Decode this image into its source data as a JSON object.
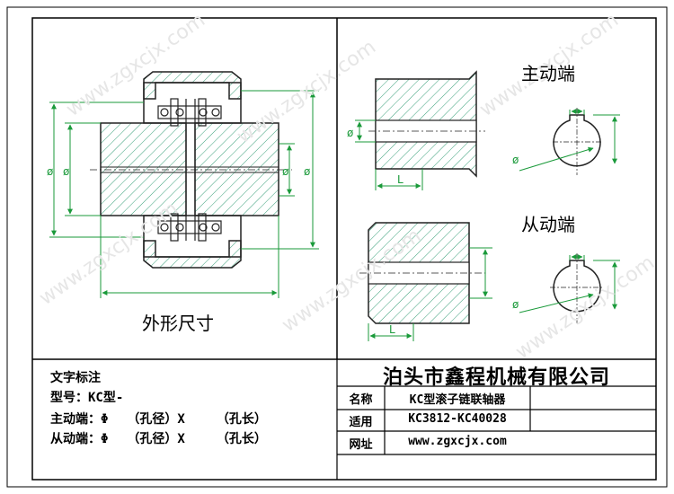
{
  "watermark": "www.zgxcjx.com",
  "views": {
    "outline_title": "外形尺寸",
    "driving_title": "主动端",
    "driven_title": "从动端",
    "dim_phi": "ø",
    "dim_L": "L"
  },
  "notes": {
    "heading": "文字标注",
    "model": "型号：KC型-",
    "driving_line": "主动端：Φ　　（孔径）X　　　（孔长）",
    "driven_line": "从动端：Φ　　（孔径）X　　　（孔长）"
  },
  "title_block": {
    "company": "泊头市鑫程机械有限公司",
    "rows": [
      {
        "label": "名称",
        "value": "KC型滚子链联轴器"
      },
      {
        "label": "适用",
        "value": "KC3812-KC40028"
      },
      {
        "label": "网址",
        "value": "www.zgxcjx.com"
      }
    ]
  },
  "colors": {
    "frame": "#000000",
    "part_outline": "#222222",
    "hatch": "#3aa07a",
    "dimension": "#1a9a3a"
  }
}
